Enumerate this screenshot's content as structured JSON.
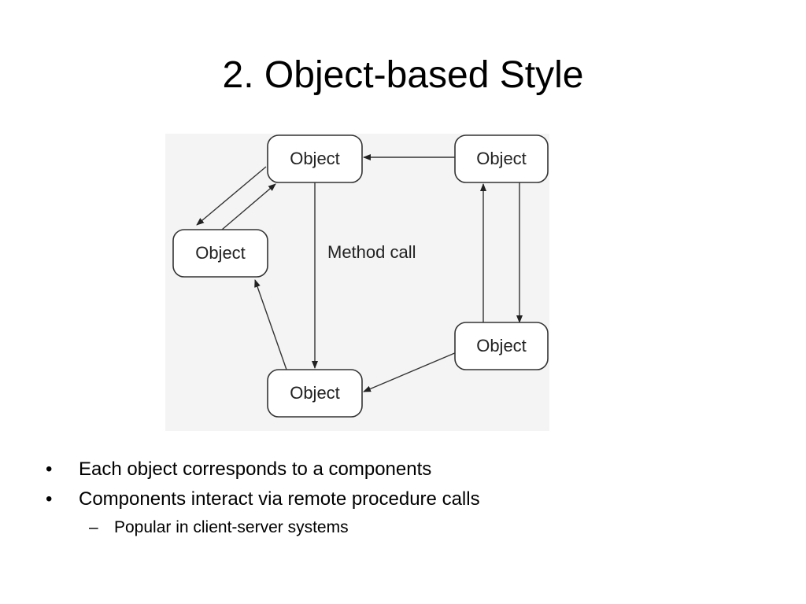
{
  "slide": {
    "title": "2. Object-based Style"
  },
  "diagram": {
    "nodes": [
      {
        "label": "Object"
      },
      {
        "label": "Object"
      },
      {
        "label": "Object"
      },
      {
        "label": "Object"
      },
      {
        "label": "Object"
      }
    ],
    "edge_label": "Method call"
  },
  "bullets": [
    {
      "level": 1,
      "marker": "•",
      "text": "Each object corresponds to a components"
    },
    {
      "level": 1,
      "marker": "•",
      "text": "Components interact via remote procedure calls"
    },
    {
      "level": 2,
      "marker": "–",
      "text": "Popular in client-server systems"
    }
  ]
}
